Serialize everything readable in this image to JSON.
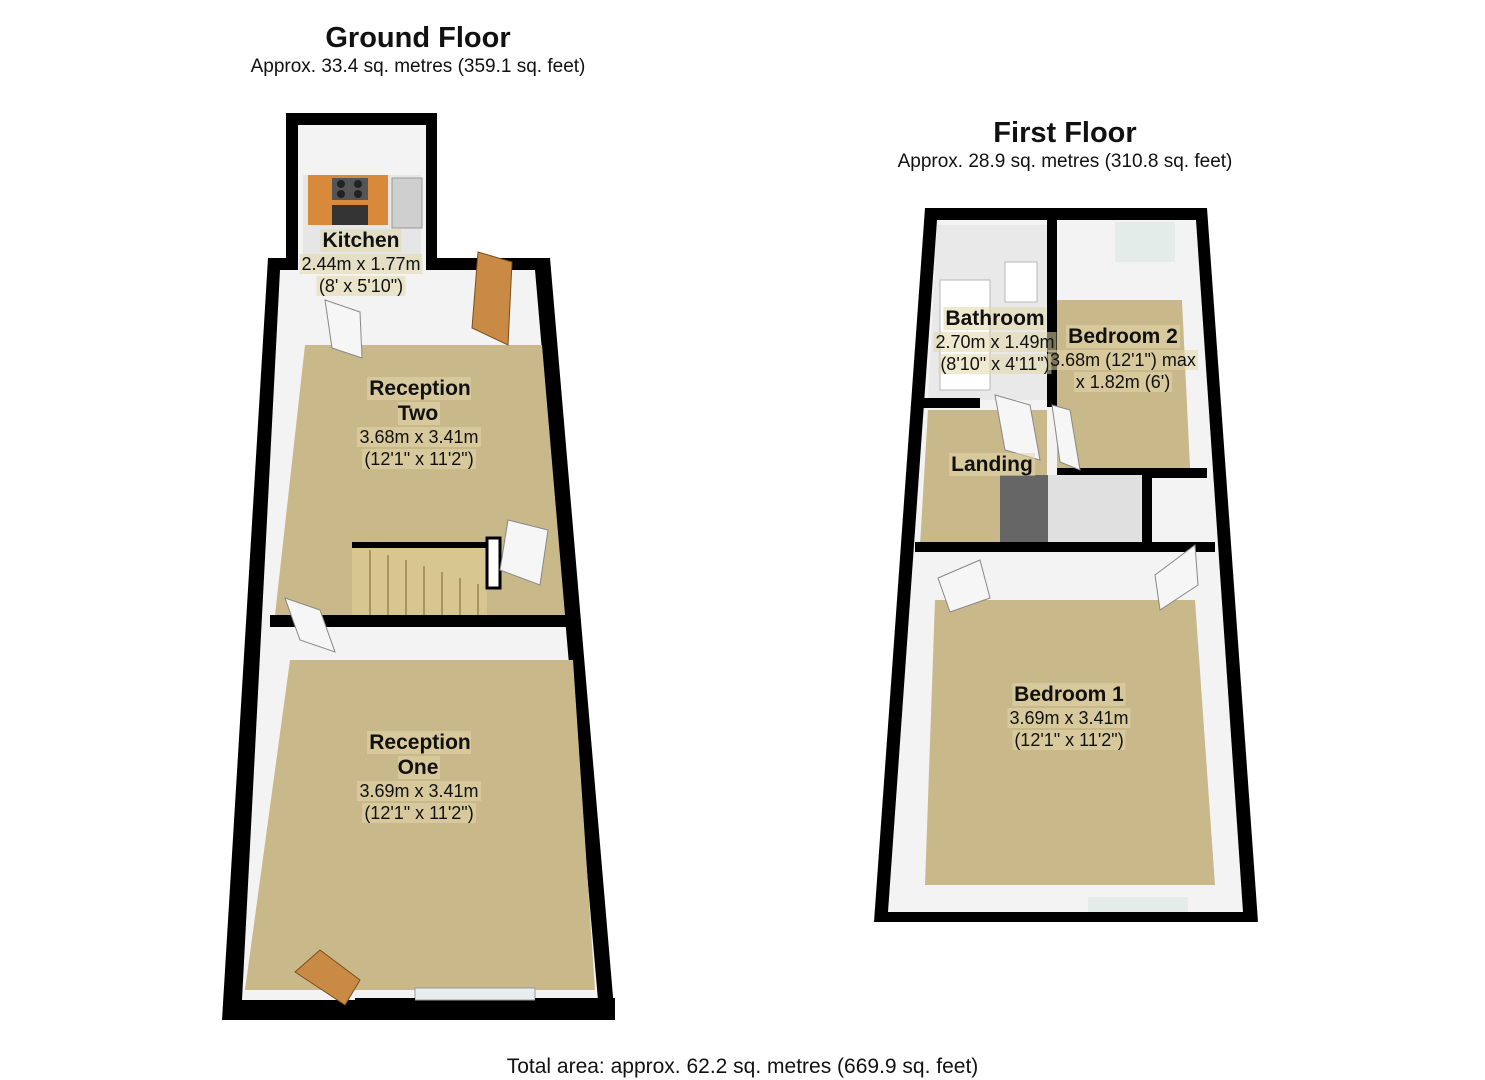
{
  "ground_floor": {
    "title": "Ground Floor",
    "area": "Approx.  33.4 sq. metres (359.1 sq. feet)",
    "rooms": [
      {
        "name": "Kitchen",
        "dims": [
          "2.44m x 1.77m",
          "(8' x 5'10\")"
        ]
      },
      {
        "name": "Reception Two",
        "dims": [
          "3.68m x 3.41m",
          "(12'1\" x 11'2\")"
        ]
      },
      {
        "name": "Reception One",
        "dims": [
          "3.69m x 3.41m",
          "(12'1\" x 11'2\")"
        ]
      }
    ]
  },
  "first_floor": {
    "title": "First Floor",
    "area": "Approx.  28.9 sq. metres (310.8 sq. feet)",
    "rooms": [
      {
        "name": "Bathroom",
        "dims": [
          "2.70m x 1.49m",
          "(8'10\" x 4'11\")"
        ]
      },
      {
        "name": "Bedroom 2",
        "dims": [
          "3.68m (12'1\") max",
          "x 1.82m (6')"
        ]
      },
      {
        "name": "Landing",
        "dims": []
      },
      {
        "name": "Bedroom 1",
        "dims": [
          "3.69m x 3.41m",
          "(12'1\" x 11'2\")"
        ]
      }
    ]
  },
  "total_area": "Total area: approx.  62.2 sq. metres (669.9 sq. feet)",
  "colors": {
    "wall": "#000000",
    "floor": "#c9b98a",
    "inner_wall": "#f4f4f4",
    "door": "#c88a45",
    "kitchen_unit": "#d9893a"
  }
}
